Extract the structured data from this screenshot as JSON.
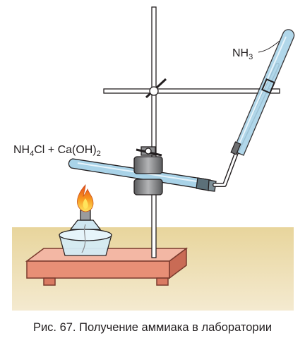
{
  "labels": {
    "reagents": {
      "a": "NH",
      "a_sub": "4",
      "b": "Cl + Ca(OH)",
      "b_sub": "2"
    },
    "gas": {
      "a": "NH",
      "a_sub": "3"
    }
  },
  "caption": "Рис. 67. Получение аммиака в лаборатории",
  "colors": {
    "table": "#e8d6a0",
    "base": "#e8957e",
    "glass": "#a9d3e8",
    "metal": "#6d6e70",
    "flame": "#f7941d"
  }
}
